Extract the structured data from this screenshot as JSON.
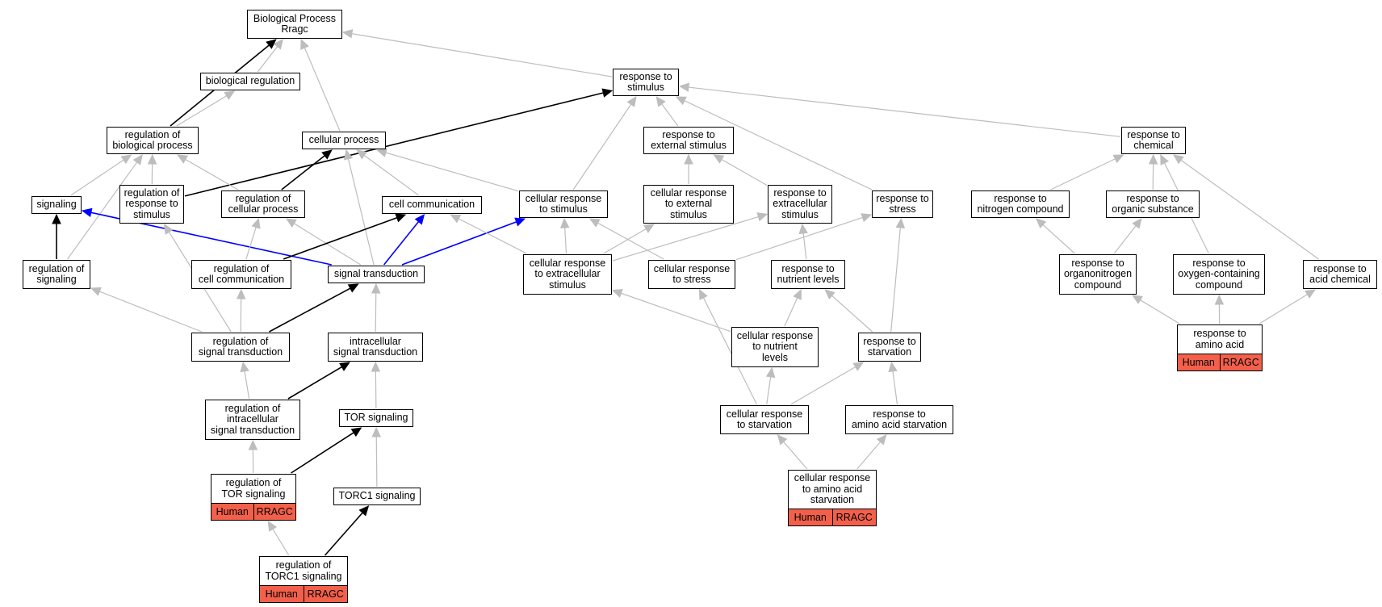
{
  "diagram": {
    "colors": {
      "is_a_edge": "#bdbdbd",
      "positive_regulation_edge": "#0000ff",
      "regulation_edge": "#000000",
      "annotation_badge": "#f2604b"
    },
    "nodes": [
      {
        "id": "bp_root",
        "lines": [
          "Biological Process",
          "Rragc"
        ]
      },
      {
        "id": "biological_regulation",
        "lines": [
          "biological regulation"
        ]
      },
      {
        "id": "response_to_stimulus",
        "lines": [
          "response to",
          "stimulus"
        ]
      },
      {
        "id": "regulation_of_biological_process",
        "lines": [
          "regulation of",
          "biological process"
        ]
      },
      {
        "id": "cellular_process",
        "lines": [
          "cellular process"
        ]
      },
      {
        "id": "response_to_external_stimulus",
        "lines": [
          "response to",
          "external stimulus"
        ]
      },
      {
        "id": "response_to_chemical",
        "lines": [
          "response to",
          "chemical"
        ]
      },
      {
        "id": "signaling",
        "lines": [
          "signaling"
        ]
      },
      {
        "id": "regulation_of_response_to_stimulus",
        "lines": [
          "regulation of",
          "response to",
          "stimulus"
        ]
      },
      {
        "id": "regulation_of_cellular_process",
        "lines": [
          "regulation of",
          "cellular process"
        ]
      },
      {
        "id": "cell_communication",
        "lines": [
          "cell communication"
        ]
      },
      {
        "id": "cellular_response_to_stimulus",
        "lines": [
          "cellular response",
          "to stimulus"
        ]
      },
      {
        "id": "cellular_response_to_external_stimulus",
        "lines": [
          "cellular response",
          "to external",
          "stimulus"
        ]
      },
      {
        "id": "response_to_extracellular_stimulus",
        "lines": [
          "response to",
          "extracellular",
          "stimulus"
        ]
      },
      {
        "id": "response_to_stress",
        "lines": [
          "response to",
          "stress"
        ]
      },
      {
        "id": "response_to_nitrogen_compound",
        "lines": [
          "response to",
          "nitrogen compound"
        ]
      },
      {
        "id": "response_to_organic_substance",
        "lines": [
          "response to",
          "organic substance"
        ]
      },
      {
        "id": "regulation_of_signaling",
        "lines": [
          "regulation of",
          "signaling"
        ]
      },
      {
        "id": "regulation_of_cell_communication",
        "lines": [
          "regulation of",
          "cell communication"
        ]
      },
      {
        "id": "signal_transduction",
        "lines": [
          "signal transduction"
        ]
      },
      {
        "id": "cellular_response_to_extracellular_stimulus",
        "lines": [
          "cellular response",
          "to extracellular",
          "stimulus"
        ]
      },
      {
        "id": "cellular_response_to_stress",
        "lines": [
          "cellular response",
          "to stress"
        ]
      },
      {
        "id": "response_to_nutrient_levels",
        "lines": [
          "response to",
          "nutrient levels"
        ]
      },
      {
        "id": "response_to_organonitrogen_compound",
        "lines": [
          "response to",
          "organonitrogen",
          "compound"
        ]
      },
      {
        "id": "response_to_oxygen_containing_compound",
        "lines": [
          "response to",
          "oxygen-containing",
          "compound"
        ]
      },
      {
        "id": "response_to_acid_chemical",
        "lines": [
          "response to",
          "acid chemical"
        ]
      },
      {
        "id": "regulation_of_signal_transduction",
        "lines": [
          "regulation of",
          "signal transduction"
        ]
      },
      {
        "id": "intracellular_signal_transduction",
        "lines": [
          "intracellular",
          "signal transduction"
        ]
      },
      {
        "id": "cellular_response_to_nutrient_levels",
        "lines": [
          "cellular response",
          "to nutrient",
          "levels"
        ]
      },
      {
        "id": "response_to_starvation",
        "lines": [
          "response to",
          "starvation"
        ]
      },
      {
        "id": "response_to_amino_acid",
        "lines": [
          "response to",
          "amino acid"
        ],
        "badges": [
          "Human",
          "RRAGC"
        ]
      },
      {
        "id": "regulation_of_intracellular_signal_transduction",
        "lines": [
          "regulation of",
          "intracellular",
          "signal transduction"
        ]
      },
      {
        "id": "tor_signaling",
        "lines": [
          "TOR signaling"
        ]
      },
      {
        "id": "cellular_response_to_starvation",
        "lines": [
          "cellular response",
          "to starvation"
        ]
      },
      {
        "id": "response_to_amino_acid_starvation",
        "lines": [
          "response to",
          "amino acid starvation"
        ]
      },
      {
        "id": "regulation_of_tor_signaling",
        "lines": [
          "regulation of",
          "TOR signaling"
        ],
        "badges": [
          "Human",
          "RRAGC"
        ]
      },
      {
        "id": "torc1_signaling",
        "lines": [
          "TORC1 signaling"
        ]
      },
      {
        "id": "cellular_response_to_amino_acid_starvation",
        "lines": [
          "cellular response",
          "to amino acid",
          "starvation"
        ],
        "badges": [
          "Human",
          "RRAGC"
        ]
      },
      {
        "id": "regulation_of_torc1_signaling",
        "lines": [
          "regulation of",
          "TORC1 signaling"
        ],
        "badges": [
          "Human",
          "RRAGC"
        ]
      }
    ],
    "edges": [
      {
        "from": "biological_regulation",
        "to": "bp_root",
        "type": "is_a"
      },
      {
        "from": "response_to_stimulus",
        "to": "bp_root",
        "type": "is_a"
      },
      {
        "from": "cellular_process",
        "to": "bp_root",
        "type": "is_a"
      },
      {
        "from": "regulation_of_biological_process",
        "to": "bp_root",
        "type": "regulates"
      },
      {
        "from": "regulation_of_biological_process",
        "to": "biological_regulation",
        "type": "is_a"
      },
      {
        "from": "regulation_of_response_to_stimulus",
        "to": "response_to_stimulus",
        "type": "regulates"
      },
      {
        "from": "cellular_response_to_stimulus",
        "to": "response_to_stimulus",
        "type": "is_a"
      },
      {
        "from": "response_to_external_stimulus",
        "to": "response_to_stimulus",
        "type": "is_a"
      },
      {
        "from": "response_to_stress",
        "to": "response_to_stimulus",
        "type": "is_a"
      },
      {
        "from": "response_to_chemical",
        "to": "response_to_stimulus",
        "type": "is_a"
      },
      {
        "from": "signaling",
        "to": "regulation_of_biological_process",
        "type": "is_a"
      },
      {
        "from": "regulation_of_response_to_stimulus",
        "to": "regulation_of_biological_process",
        "type": "is_a"
      },
      {
        "from": "regulation_of_cellular_process",
        "to": "regulation_of_biological_process",
        "type": "is_a"
      },
      {
        "from": "regulation_of_signaling",
        "to": "regulation_of_biological_process",
        "type": "is_a"
      },
      {
        "from": "regulation_of_cellular_process",
        "to": "cellular_process",
        "type": "regulates"
      },
      {
        "from": "cell_communication",
        "to": "cellular_process",
        "type": "is_a"
      },
      {
        "from": "cellular_response_to_stimulus",
        "to": "cellular_process",
        "type": "is_a"
      },
      {
        "from": "signal_transduction",
        "to": "cellular_process",
        "type": "is_a"
      },
      {
        "from": "regulation_of_signaling",
        "to": "signaling",
        "type": "regulates"
      },
      {
        "from": "signal_transduction",
        "to": "signaling",
        "type": "positively_regulates"
      },
      {
        "from": "signal_transduction",
        "to": "cell_communication",
        "type": "positively_regulates"
      },
      {
        "from": "signal_transduction",
        "to": "cellular_response_to_stimulus",
        "type": "positively_regulates"
      },
      {
        "from": "signal_transduction",
        "to": "regulation_of_cellular_process",
        "type": "is_a"
      },
      {
        "from": "regulation_of_cell_communication",
        "to": "cell_communication",
        "type": "regulates"
      },
      {
        "from": "regulation_of_cell_communication",
        "to": "regulation_of_cellular_process",
        "type": "is_a"
      },
      {
        "from": "regulation_of_signal_transduction",
        "to": "signal_transduction",
        "type": "regulates"
      },
      {
        "from": "regulation_of_signal_transduction",
        "to": "regulation_of_cell_communication",
        "type": "is_a"
      },
      {
        "from": "regulation_of_signal_transduction",
        "to": "regulation_of_signaling",
        "type": "is_a"
      },
      {
        "from": "regulation_of_signal_transduction",
        "to": "regulation_of_response_to_stimulus",
        "type": "is_a"
      },
      {
        "from": "intracellular_signal_transduction",
        "to": "signal_transduction",
        "type": "is_a"
      },
      {
        "from": "regulation_of_intracellular_signal_transduction",
        "to": "intracellular_signal_transduction",
        "type": "regulates"
      },
      {
        "from": "regulation_of_intracellular_signal_transduction",
        "to": "regulation_of_signal_transduction",
        "type": "is_a"
      },
      {
        "from": "tor_signaling",
        "to": "intracellular_signal_transduction",
        "type": "is_a"
      },
      {
        "from": "regulation_of_tor_signaling",
        "to": "tor_signaling",
        "type": "regulates"
      },
      {
        "from": "regulation_of_tor_signaling",
        "to": "regulation_of_intracellular_signal_transduction",
        "type": "is_a"
      },
      {
        "from": "torc1_signaling",
        "to": "tor_signaling",
        "type": "is_a"
      },
      {
        "from": "regulation_of_torc1_signaling",
        "to": "torc1_signaling",
        "type": "regulates"
      },
      {
        "from": "regulation_of_torc1_signaling",
        "to": "regulation_of_tor_signaling",
        "type": "is_a"
      },
      {
        "from": "cellular_response_to_extracellular_stimulus",
        "to": "cell_communication",
        "type": "is_a"
      },
      {
        "from": "cellular_response_to_extracellular_stimulus",
        "to": "cellular_response_to_stimulus",
        "type": "is_a"
      },
      {
        "from": "cellular_response_to_extracellular_stimulus",
        "to": "cellular_response_to_external_stimulus",
        "type": "is_a"
      },
      {
        "from": "cellular_response_to_extracellular_stimulus",
        "to": "response_to_extracellular_stimulus",
        "type": "is_a"
      },
      {
        "from": "cellular_response_to_external_stimulus",
        "to": "response_to_external_stimulus",
        "type": "is_a"
      },
      {
        "from": "response_to_extracellular_stimulus",
        "to": "response_to_external_stimulus",
        "type": "is_a"
      },
      {
        "from": "cellular_response_to_stress",
        "to": "cellular_response_to_stimulus",
        "type": "is_a"
      },
      {
        "from": "cellular_response_to_stress",
        "to": "response_to_stress",
        "type": "is_a"
      },
      {
        "from": "response_to_nutrient_levels",
        "to": "response_to_extracellular_stimulus",
        "type": "is_a"
      },
      {
        "from": "cellular_response_to_nutrient_levels",
        "to": "response_to_nutrient_levels",
        "type": "is_a"
      },
      {
        "from": "cellular_response_to_nutrient_levels",
        "to": "cellular_response_to_extracellular_stimulus",
        "type": "is_a"
      },
      {
        "from": "response_to_starvation",
        "to": "response_to_nutrient_levels",
        "type": "is_a"
      },
      {
        "from": "response_to_starvation",
        "to": "response_to_stress",
        "type": "is_a"
      },
      {
        "from": "cellular_response_to_starvation",
        "to": "cellular_response_to_nutrient_levels",
        "type": "is_a"
      },
      {
        "from": "cellular_response_to_starvation",
        "to": "response_to_starvation",
        "type": "is_a"
      },
      {
        "from": "cellular_response_to_starvation",
        "to": "cellular_response_to_stress",
        "type": "is_a"
      },
      {
        "from": "response_to_amino_acid_starvation",
        "to": "response_to_starvation",
        "type": "is_a"
      },
      {
        "from": "cellular_response_to_amino_acid_starvation",
        "to": "cellular_response_to_starvation",
        "type": "is_a"
      },
      {
        "from": "cellular_response_to_amino_acid_starvation",
        "to": "response_to_amino_acid_starvation",
        "type": "is_a"
      },
      {
        "from": "response_to_nitrogen_compound",
        "to": "response_to_chemical",
        "type": "is_a"
      },
      {
        "from": "response_to_organic_substance",
        "to": "response_to_chemical",
        "type": "is_a"
      },
      {
        "from": "response_to_oxygen_containing_compound",
        "to": "response_to_chemical",
        "type": "is_a"
      },
      {
        "from": "response_to_acid_chemical",
        "to": "response_to_chemical",
        "type": "is_a"
      },
      {
        "from": "response_to_organonitrogen_compound",
        "to": "response_to_nitrogen_compound",
        "type": "is_a"
      },
      {
        "from": "response_to_organonitrogen_compound",
        "to": "response_to_organic_substance",
        "type": "is_a"
      },
      {
        "from": "response_to_amino_acid",
        "to": "response_to_organonitrogen_compound",
        "type": "is_a"
      },
      {
        "from": "response_to_amino_acid",
        "to": "response_to_oxygen_containing_compound",
        "type": "is_a"
      },
      {
        "from": "response_to_amino_acid",
        "to": "response_to_acid_chemical",
        "type": "is_a"
      }
    ]
  }
}
